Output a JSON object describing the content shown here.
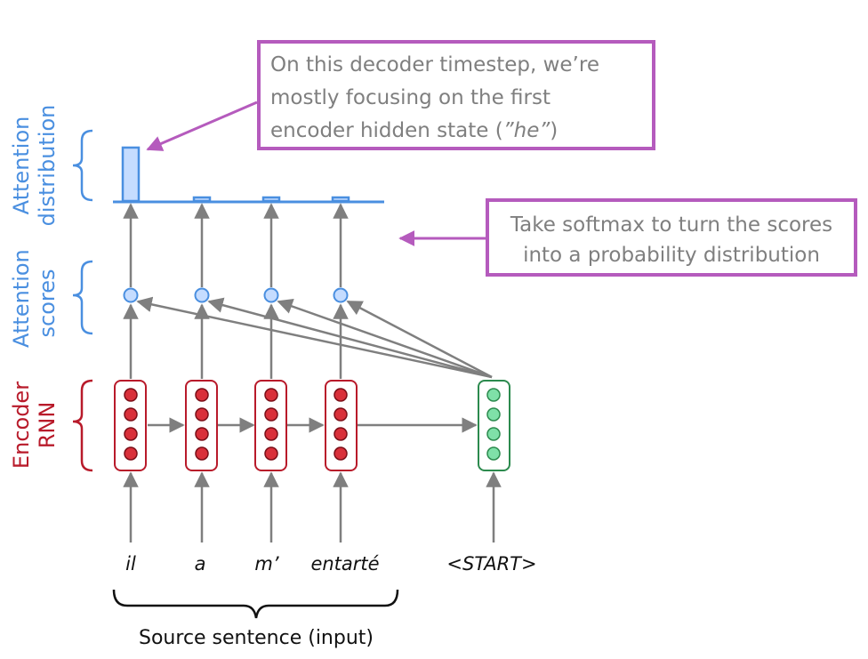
{
  "diagram": {
    "side_labels": {
      "attention_distribution": [
        "Attention",
        "distribution"
      ],
      "attention_scores": [
        "Attention",
        "scores"
      ],
      "encoder_rnn": [
        "Encoder",
        "RNN"
      ]
    },
    "source_words": [
      "il",
      "a",
      "m’",
      "entarté"
    ],
    "decoder_input": "<START>",
    "source_caption": "Source sentence (input)",
    "callout_focus": {
      "line1": "On this decoder timestep, we’re",
      "line2": "mostly focusing on the first",
      "line3_prefix": "encoder hidden state (",
      "line3_emph": "”he”",
      "line3_suffix": ")"
    },
    "callout_softmax": {
      "line1": "Take softmax to turn the scores",
      "line2": "into a probability distribution"
    },
    "attention_distribution_values": [
      0.91,
      0.03,
      0.03,
      0.03
    ],
    "colors": {
      "blue": "#4a8fe0",
      "bar_fill": "#c5dcff",
      "encoder_red": "#b81a2a",
      "decoder_green": "#2c8a4e",
      "callout_border": "#b55bbd",
      "arrow_gray": "#7f7f7f"
    }
  }
}
